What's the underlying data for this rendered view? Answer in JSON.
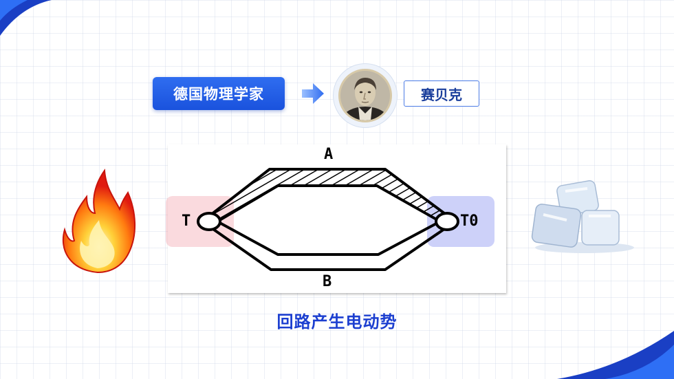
{
  "header": {
    "title_badge": "德国物理学家",
    "scientist_name": "赛贝克"
  },
  "diagram": {
    "label_top": "A",
    "label_bottom": "B",
    "label_hot": "T",
    "label_cold": "T0"
  },
  "caption": "回路产生电动势",
  "colors": {
    "accent_blue": "#1a52dd",
    "caption_blue": "#1c3fd0",
    "hot_zone": "#f096a0",
    "cold_zone": "#828cf0"
  },
  "icons": {
    "arrow": "arrow-right-icon",
    "fire": "fire-icon",
    "ice": "ice-cubes-icon",
    "portrait": "portrait-image"
  }
}
